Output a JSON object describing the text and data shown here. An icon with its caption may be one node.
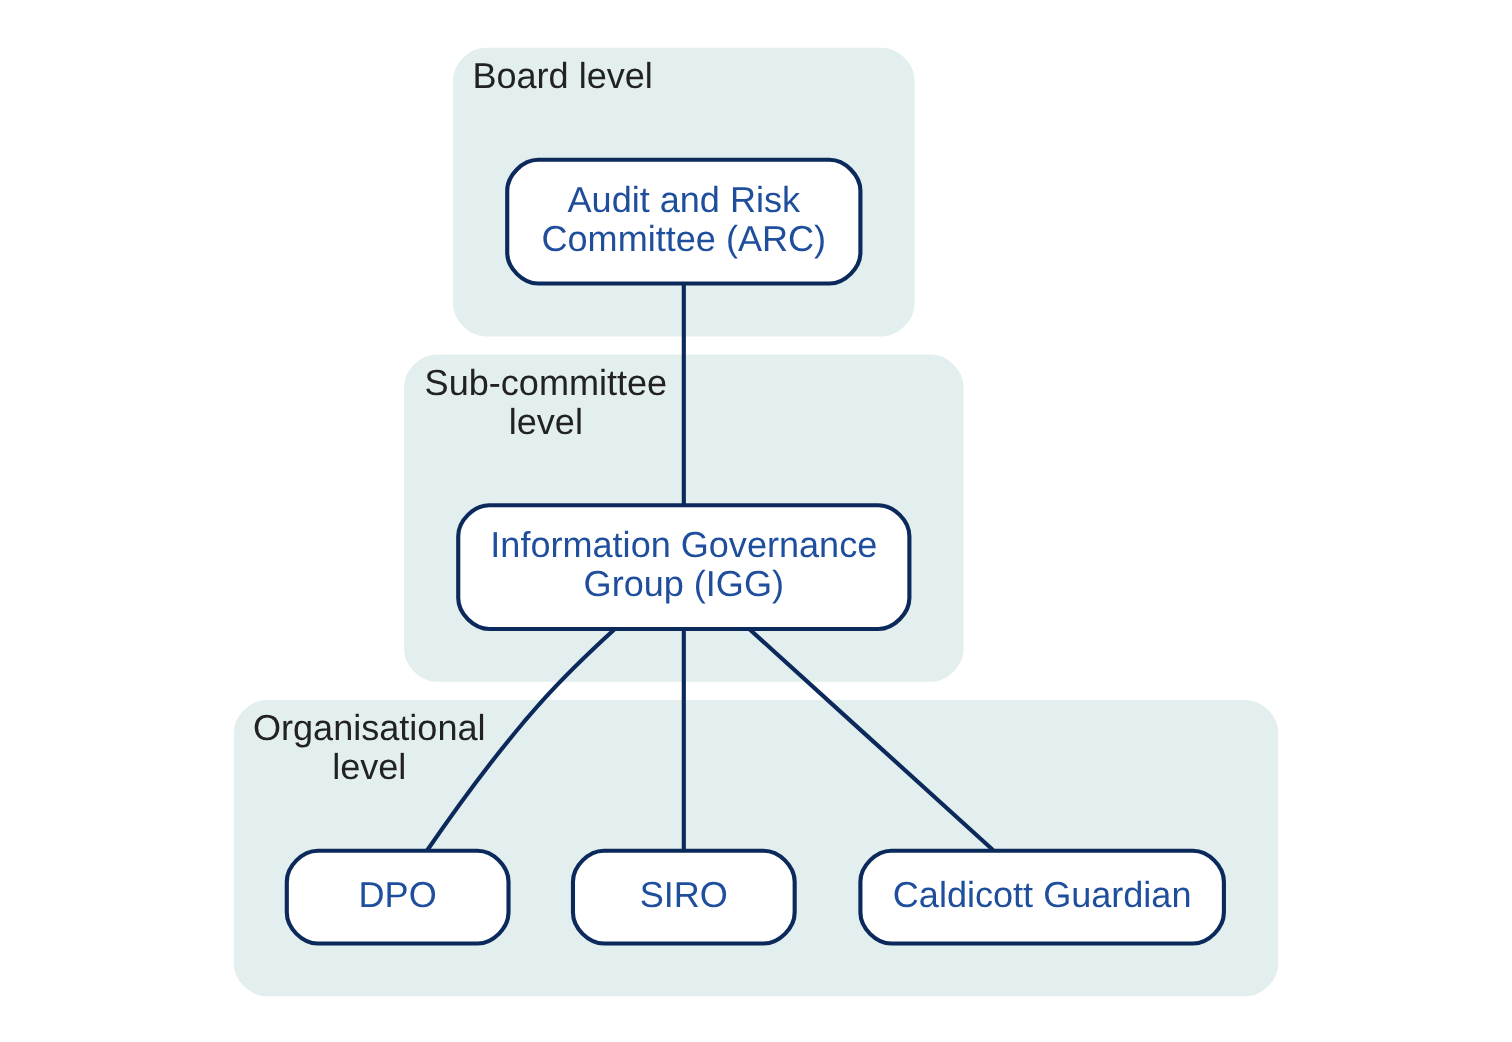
{
  "diagram": {
    "nodes": [
      {
        "text": [
          "Board level"
        ]
      },
      {
        "text": [
          "Audit and Risk Committee (ARC)"
        ],
        "in": 0
      },
      {
        "text": [
          "Sub-committee level"
        ]
      },
      {
        "text": [
          "Information Governance Group (IGG)"
        ],
        "in": 2
      },
      {
        "text": [
          "Organisational level"
        ]
      },
      {
        "text": [
          "Caldicott Guardian"
        ],
        "in": 4
      },
      {
        "text": [
          "SIRO"
        ],
        "in": 4
      },
      {
        "text": [
          "DPO"
        ],
        "in": 4
      }
    ],
    "edges": [
      {
        "from": 1,
        "to": 3,
        "arrow": "none"
      },
      {
        "from": 3,
        "to": 5,
        "arrow": "none"
      },
      {
        "from": 3,
        "to": 6,
        "arrow": "none"
      },
      {
        "from": 3,
        "to": 7,
        "arrow": "none"
      }
    ]
  }
}
